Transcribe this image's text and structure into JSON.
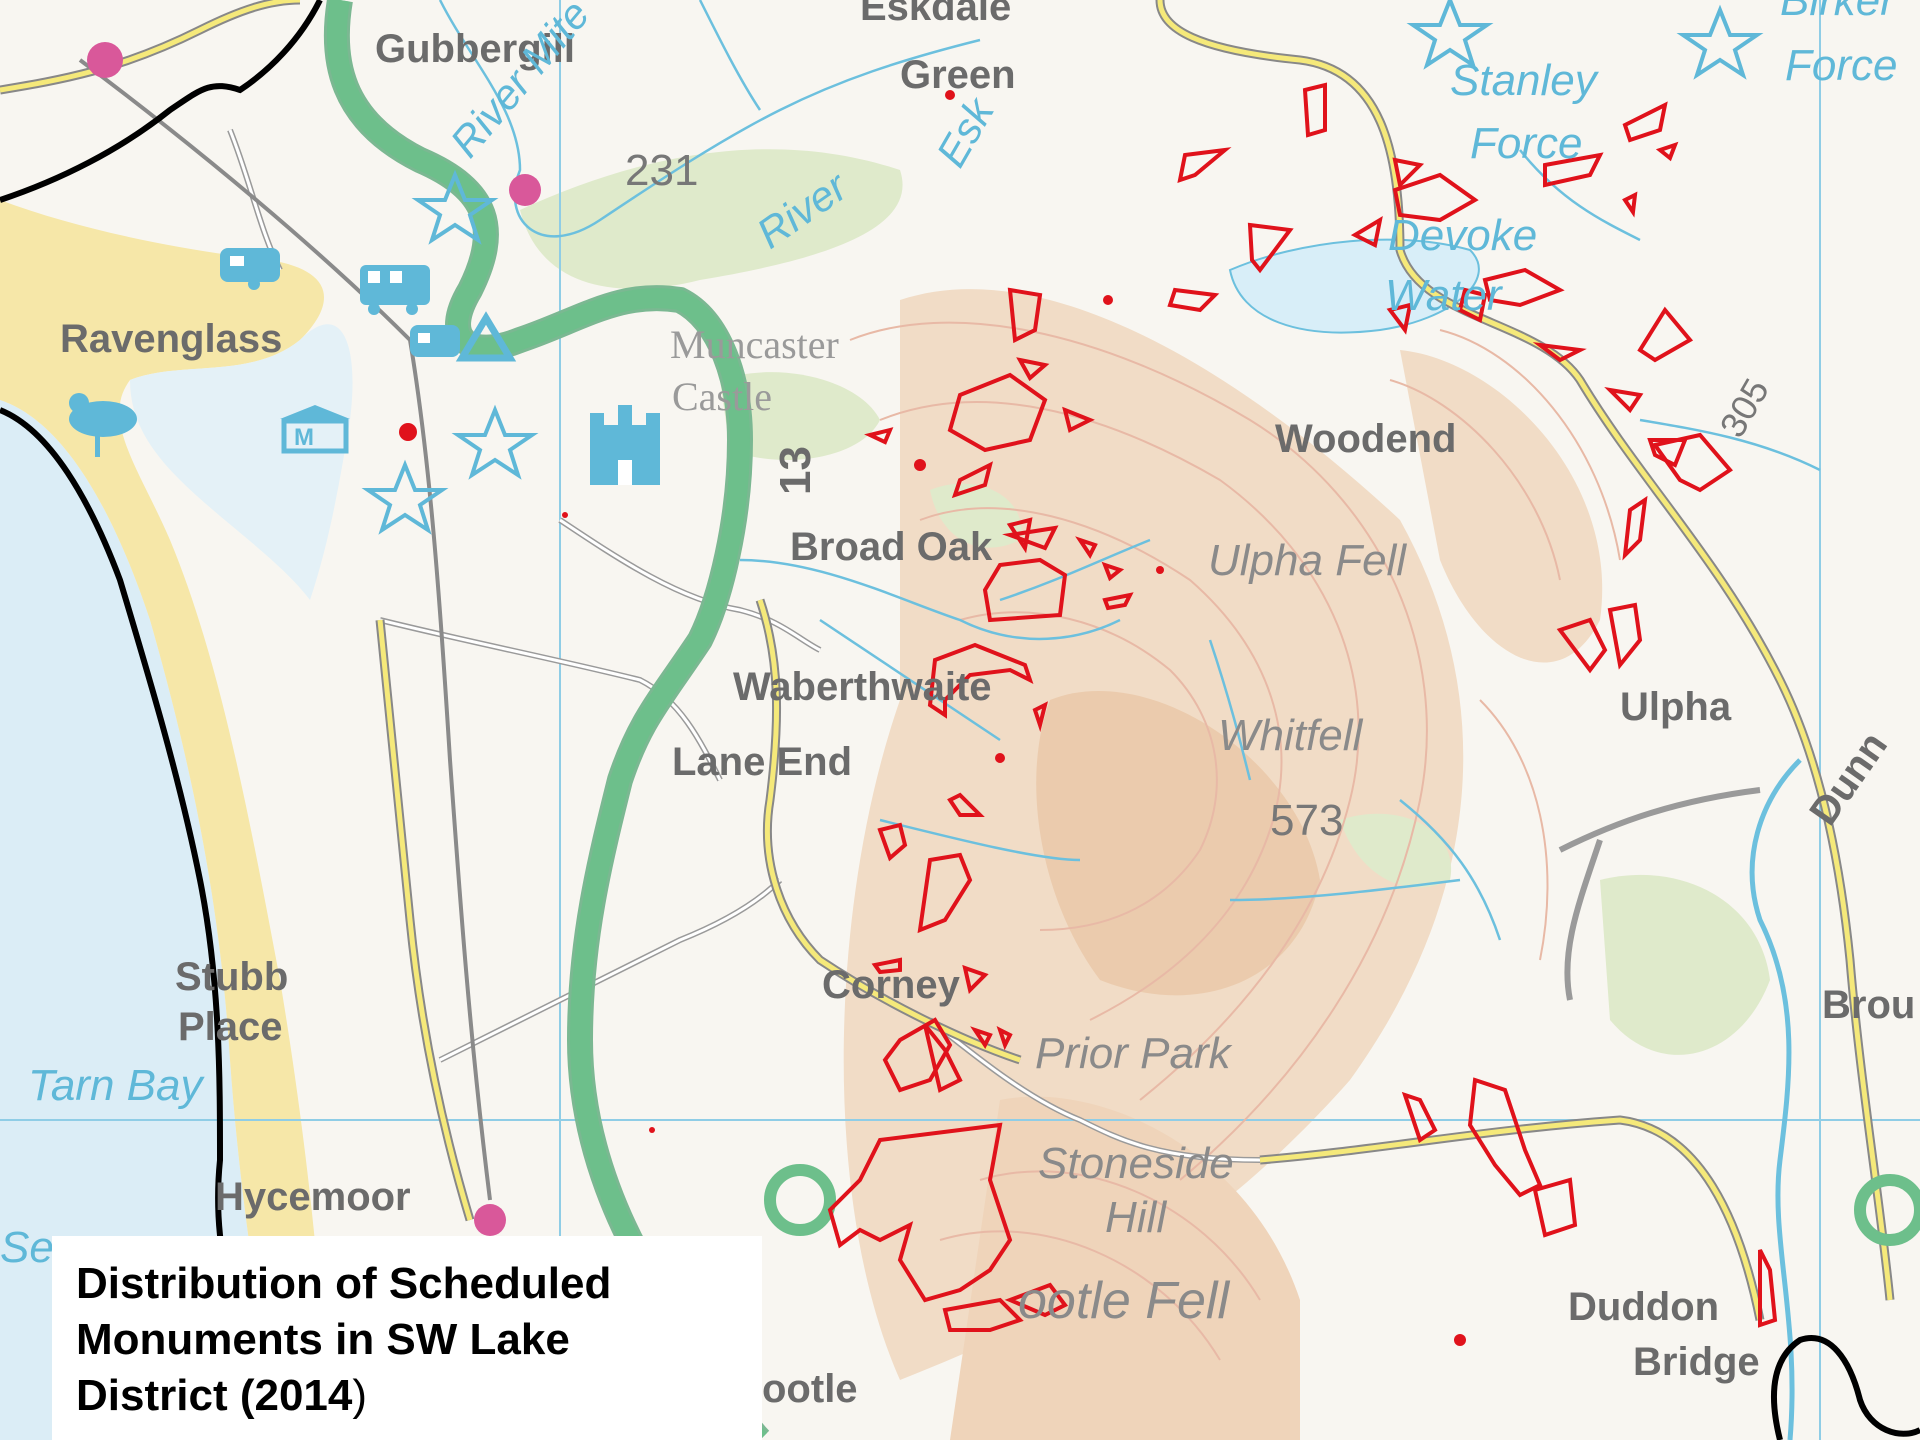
{
  "title_lines": [
    "Distribution of Scheduled",
    "Monuments in SW Lake",
    "District (2014"
  ],
  "title_close": ")",
  "places": {
    "gubbergill": "Gubbergill",
    "eskdale": "Eskdale",
    "green": "Green",
    "ravenglass": "Ravenglass",
    "muncaster": "Muncaster",
    "castle": "Castle",
    "woodend": "Woodend",
    "broad_oak": "Broad Oak",
    "waberthwaite": "Waberthwaite",
    "lane_end": "Lane End",
    "ulpha": "Ulpha",
    "stubb": "Stubb",
    "place": "Place",
    "corney": "Corney",
    "hycemoor": "Hycemoor",
    "duddon": "Duddon",
    "bridge": "Bridge",
    "bootle": "ootle",
    "brou": "Brou",
    "dunn": "Dunn"
  },
  "features": {
    "ulpha_fell": "Ulpha Fell",
    "whitfell": "Whitfell",
    "prior_park": "Prior Park",
    "stoneside": "Stoneside",
    "hill": "Hill",
    "bootle_fell": "ootle Fell",
    "stanley": "Stanley",
    "force": "Force",
    "birker": "Birker",
    "force2": "Force",
    "devoke": "Devoke",
    "water": "Water",
    "tarn_bay": "Tarn Bay",
    "seascale": "Se"
  },
  "water_labels": {
    "river_mite": "River Mite",
    "river_esk1": "River",
    "river_esk2": "Esk"
  },
  "heights": {
    "h231": "231",
    "h573": "573",
    "h305": "305",
    "route13": "13"
  },
  "colors": {
    "monument": "#e0121b",
    "road_green": "#6dbf8b",
    "road_yellow": "#f5e97a",
    "water": "#5fb8d8",
    "sand": "#f6e6a6",
    "sea": "#d9ecf5",
    "fell": "#f0d6bf",
    "woodland": "#dbe8c4",
    "boundary": "#000000"
  },
  "icons": [
    "caravan-icon",
    "railway-icon",
    "tent-icon",
    "museum-icon",
    "bird-icon",
    "castle-icon",
    "viewpoint-star-icon"
  ]
}
